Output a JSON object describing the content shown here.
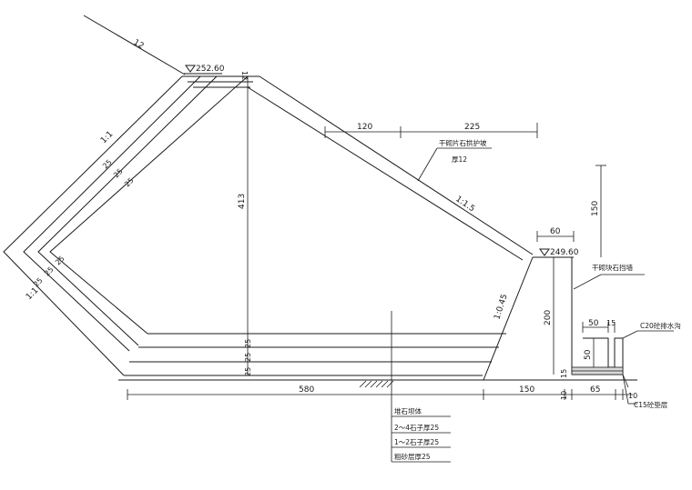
{
  "elevations": {
    "top": "252.60",
    "bottom": "249.60"
  },
  "slopes": {
    "upper_back": "12",
    "outer_top": "1:1",
    "outer_bottom": "1:1",
    "front_face": "1:1.5",
    "wall_face": "1:0.45"
  },
  "dimensions": {
    "top_width": "12",
    "total_height": "413",
    "bench_120": "120",
    "bench_225": "225",
    "cap_60": "60",
    "right_150": "150",
    "wall_200": "200",
    "ditch_width": "50",
    "ditch_wall": "15",
    "ditch_depth": "50",
    "base_580": "580",
    "base_150": "150",
    "base_65": "65",
    "base_10a": "10",
    "base_10b": "10",
    "slab_15": "15",
    "layer_top": [
      "25",
      "25",
      "25"
    ],
    "layer_left": [
      "25",
      "25",
      "25"
    ],
    "layer_base": [
      "25",
      "25",
      "25"
    ]
  },
  "notes": {
    "slope_protection": "干砌片石拱护坡",
    "slope_thickness": "厚12",
    "retaining_wall": "干砌块石挡墙",
    "drain_ditch": "C20砼排水沟",
    "cushion": "C15砼垫层"
  },
  "legend": [
    "堆石坝体",
    "2～4石子厚25",
    "1～2石子厚25",
    "粗砂层厚25"
  ]
}
